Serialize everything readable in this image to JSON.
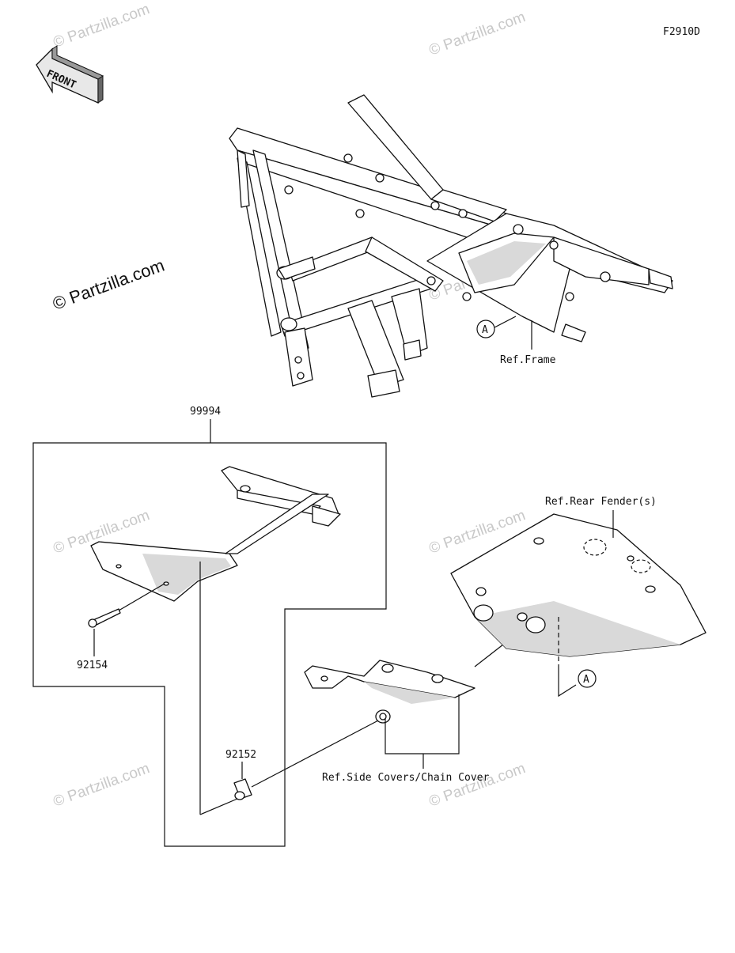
{
  "diagram_code": "F2910D",
  "front_arrow_label": "FRONT",
  "watermark": "© Partzilla.com",
  "callouts": {
    "frame_ref": "Ref.Frame",
    "rear_fender_ref": "Ref.Rear Fender(s)",
    "side_covers_ref": "Ref.Side Covers/Chain Cover",
    "marker_a": "A"
  },
  "parts": [
    {
      "number": "99994"
    },
    {
      "number": "92154"
    },
    {
      "number": "92152"
    }
  ],
  "colors": {
    "line": "#111111",
    "shade": "#d9d9d9",
    "watermark": "#c8c8c8"
  }
}
